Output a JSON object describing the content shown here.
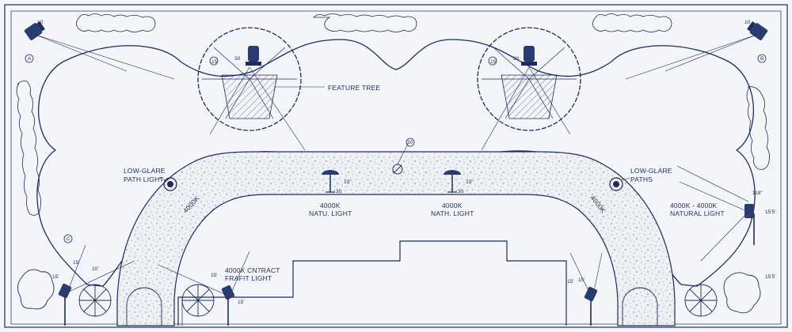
{
  "labels": {
    "feature_tree": "FEATURE TREE",
    "low_glare_path_light_1": "LOW-GLARE",
    "low_glare_path_light_2": "PATH LIGHT",
    "low_glare_paths_1": "LOW-GLARE",
    "low_glare_paths_2": "PATHS",
    "light_4000k_left_1": "4000K",
    "light_4000k_left_2": "NATU. LIGHT",
    "light_4000k_mid_1": "4000K",
    "light_4000k_mid_2": "NATH. LIGHT",
    "natural_light_1": "4000K - 4000K",
    "natural_light_2": "NATURAL LIGHT",
    "contract_1": "4000K CN7RACT",
    "contract_2": "FRAFIT LIGHT",
    "path_text_left": "4000K",
    "path_text_right": "4000K"
  },
  "dimensions": {
    "d_10_tl": "10",
    "d_10_tr": "10",
    "d_15_tree_l": "15",
    "d_30_tree_l": "30",
    "d_15_tree_r": "15",
    "d_30_tree_r": "30",
    "d_30_top": "30",
    "d_10_fix1": "10\"",
    "d_30_fix1": "30",
    "d_10_fix2": "10\"",
    "d_30_fix2": "30",
    "d_118": "118\"",
    "d_15_r": "15'5'",
    "d_15_r2": "15'5'",
    "d_15_bl": "15'",
    "d_10_bl": "10'",
    "d_15_bl2": "15'",
    "d_15_bc": "15'",
    "d_15_bc2": "15'",
    "d_15_br": "15'",
    "d_15_br2": "15'",
    "tag_a": "A",
    "tag_b": "B",
    "tag_c": "C"
  }
}
